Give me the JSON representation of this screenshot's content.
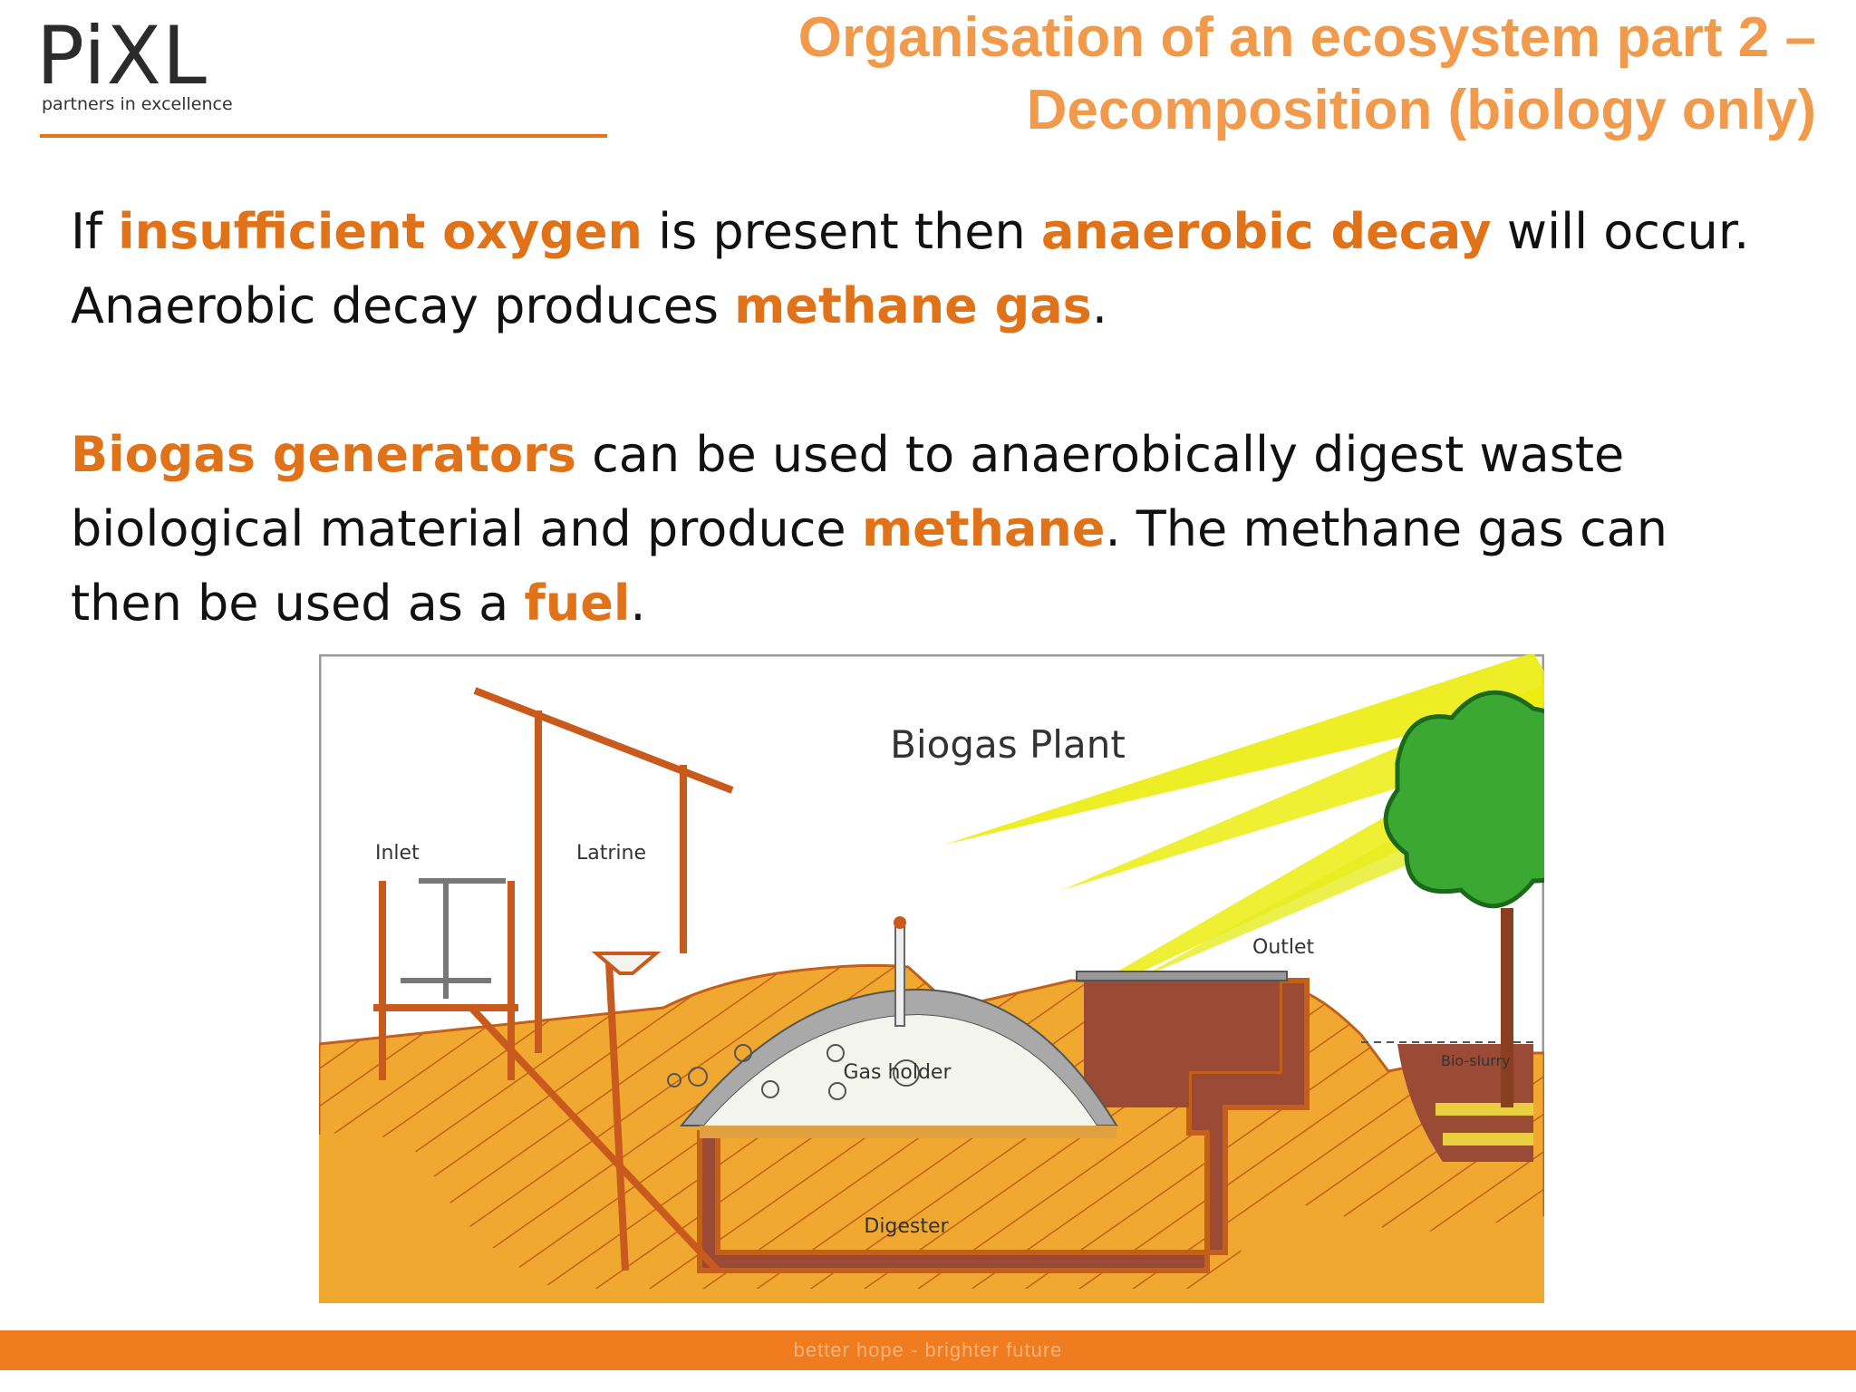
{
  "logo": {
    "word": "PiXL",
    "tagline": "partners in excellence"
  },
  "title": {
    "line1": "Organisation of an ecosystem part 2 –",
    "line2": "Decomposition (biology only)"
  },
  "paragraph1": {
    "t1": "If ",
    "h1": "insufficient oxygen",
    "t2": " is present then ",
    "h2": "anaerobic decay",
    "t3": " will occur. Anaerobic decay produces ",
    "h3": "methane gas",
    "t4": "."
  },
  "paragraph2": {
    "h1": "Biogas generators",
    "t1": " can be used to anaerobically digest waste biological material and produce ",
    "h2": "methane",
    "t2": ". The methane gas can then be used as a ",
    "h3": "fuel",
    "t3": "."
  },
  "diagram": {
    "title": "Biogas Plant",
    "labels": {
      "inlet": "Inlet",
      "latrine": "Latrine",
      "outlet": "Outlet",
      "gas_holder": "Gas holder",
      "digester": "Digester",
      "bio_slurry": "Bio-slurry"
    },
    "colors": {
      "soil": "#f0a830",
      "stripe": "#c2601a",
      "digester": "#9b4a35",
      "wood": "#c85a1e",
      "sun": "#ecec10",
      "tree": "#3aa832",
      "gas_shell": "#a9a9a9"
    }
  },
  "footer": {
    "text": "better hope - brighter future",
    "color": "#ef7d1f"
  }
}
